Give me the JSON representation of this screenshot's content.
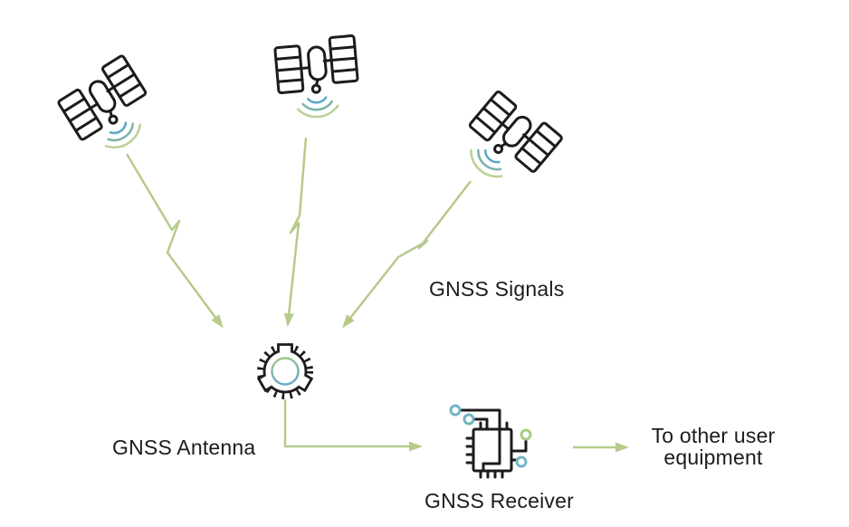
{
  "diagram": {
    "title_context": "GNSS signal flow diagram",
    "labels": {
      "signals": "GNSS Signals",
      "antenna": "GNSS Antenna",
      "receiver": "GNSS Receiver",
      "output_line1": "To other user",
      "output_line2": "equipment"
    },
    "nodes": [
      {
        "icon": "satellite-icon",
        "count": 3
      },
      {
        "icon": "gnss-antenna-icon",
        "label_key": "antenna"
      },
      {
        "icon": "gnss-receiver-chip-icon",
        "label_key": "receiver"
      }
    ],
    "connections": [
      {
        "from": "satellite-1",
        "to": "gnss-antenna",
        "style": "lightning-arrow"
      },
      {
        "from": "satellite-2",
        "to": "gnss-antenna",
        "style": "lightning-arrow"
      },
      {
        "from": "satellite-3",
        "to": "gnss-antenna",
        "style": "lightning-arrow"
      },
      {
        "from": "gnss-antenna",
        "to": "gnss-receiver",
        "style": "elbow-arrow"
      },
      {
        "from": "gnss-receiver",
        "to": "other-user-equipment",
        "style": "straight-arrow"
      }
    ]
  },
  "colors": {
    "ink": "#1c1c1c",
    "arrow-green": "#b6cb8b",
    "signal-blue": "#5fa8c9",
    "signal-teal": "#7db4ac",
    "signal-green": "#bcd199",
    "node-teal": "#70b6c3",
    "node-green": "#a7cc85",
    "antenna-ring-top": "#a8cb82",
    "antenna-ring-bottom": "#66aec6",
    "bg": "#ffffff"
  }
}
